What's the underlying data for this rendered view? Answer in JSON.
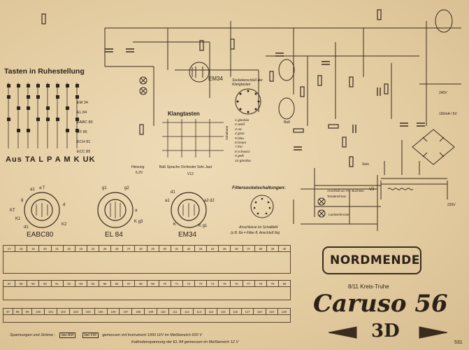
{
  "schematic": {
    "switch_legend": {
      "title": "Tasten in Ruhestellung",
      "tube_rows": [
        "EM 34",
        "EL 84",
        "EABC 80",
        "EF 85",
        "ECH 81",
        "ECC 85"
      ],
      "key_labels": [
        "Aus",
        "TA",
        "L",
        "P",
        "A",
        "M",
        "K",
        "UK"
      ]
    },
    "klangtasten": {
      "title": "Klangtasten",
      "buttons": [
        "Baß",
        "Sprache",
        "Orchester",
        "Solo",
        "Jazz"
      ],
      "ref": "V12"
    },
    "socket_panel": {
      "title": "Sockelanschluß der Klangtasten",
      "colors": [
        "1 glasklar",
        "2 weiß",
        "3 rot",
        "4 grün",
        "5 blau",
        "6 braun",
        "7 frei",
        "8 schwarz",
        "9 gelb",
        "10 glasklar"
      ],
      "side_note": "Schaltarm"
    },
    "filter_panel": {
      "title": "Filtersockelschaltungen:",
      "note1": "Anschlüsse im Schaltbild",
      "note2": "(z.B. 8a = Filter 8, Anschluß 8a)"
    },
    "tubes": [
      {
        "name": "EABC80",
        "pins": [
          "a1",
          "a T",
          "KT",
          "g",
          "K1",
          "K2",
          "d1",
          "d"
        ]
      },
      {
        "name": "EL 84",
        "pins": [
          "g1",
          "g2",
          "a",
          "K g3"
        ]
      },
      {
        "name": "EM34",
        "pins": [
          "a1",
          "d1",
          "a2",
          "d2",
          "K g1",
          "K"
        ]
      }
    ],
    "misc_labels": {
      "em34": "EM34",
      "heizung": "Heizung",
      "heizung_v": "6,3V",
      "ta_buchsen": "Anschluß an TA - Buchsen",
      "tonabnehmer": "Tonabnehmer",
      "laufwerkmotor": "Laufwerkmotor",
      "solo": "Solo",
      "bass": "Baß",
      "v3": "V3",
      "voltages": [
        "240V",
        "160mA / 6V",
        "220V"
      ]
    }
  },
  "brand": {
    "logo": "NORDMENDE",
    "subtitle": "8/11 Kreis-Truhe",
    "model": "Caruso 56",
    "badge": "3D"
  },
  "measurements": {
    "row1_headers": [
      "17",
      "18",
      "19",
      "20",
      "21",
      "22",
      "23",
      "24",
      "25",
      "26",
      "27",
      "28",
      "29",
      "30",
      "31",
      "32",
      "33",
      "34",
      "35",
      "36",
      "37",
      "38",
      "39",
      "40"
    ],
    "row2_headers": [
      "57",
      "58",
      "59",
      "60",
      "61",
      "62",
      "63",
      "64",
      "65",
      "66",
      "67",
      "68",
      "69",
      "70",
      "71",
      "72",
      "73",
      "74",
      "75",
      "76",
      "77",
      "78",
      "79",
      "80"
    ],
    "row3_headers": [
      "97",
      "98",
      "99",
      "100",
      "101",
      "102",
      "103",
      "104",
      "105",
      "106",
      "107",
      "108",
      "109",
      "110",
      "111",
      "112",
      "113",
      "114",
      "115",
      "116",
      "117",
      "118",
      "119",
      "120"
    ],
    "footer_line1_prefix": "Spannungen und Ströme :",
    "footer_am": "bei AM",
    "footer_fm": "bei FM",
    "footer_line1_rest": "gemessen mit Instrument 1000 Ω/V im Meßbereich 600 V",
    "footer_line2": "Kathodenspannung der EL 84 gemessen im Meßbereich 12 V"
  },
  "page_number": "531"
}
